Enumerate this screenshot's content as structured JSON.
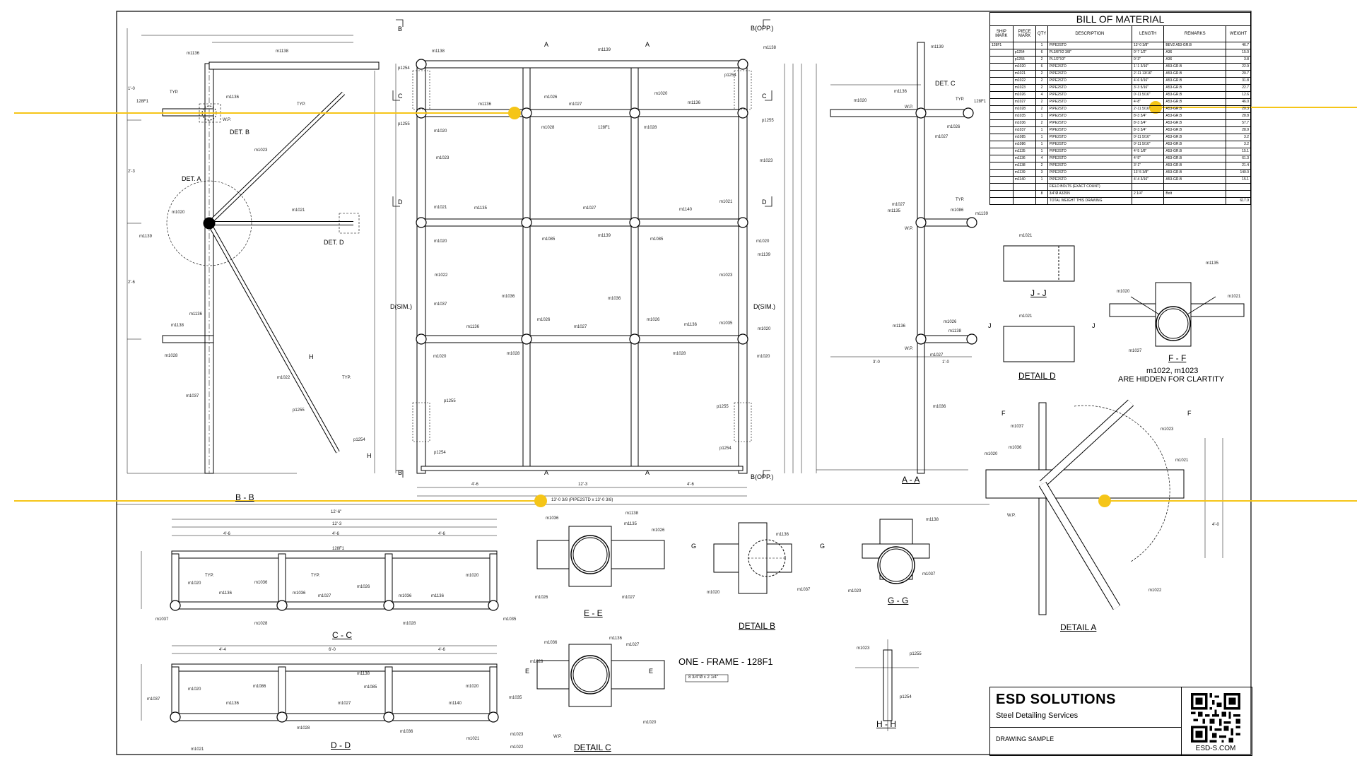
{
  "colors": {
    "line": "#000000",
    "hidden": "#555555",
    "overlay": "#f5c518",
    "paper": "#ffffff"
  },
  "bom": {
    "title": "BILL OF MATERIAL",
    "headers": [
      "SHIP MARK",
      "PIECE MARK",
      "QTY",
      "DESCRIPTION",
      "LENGTH",
      "REMARKS",
      "WEIGHT"
    ],
    "rows": [
      [
        "128F1",
        "",
        "1",
        "PIPE2STD",
        "13'-0 3/8\"",
        "BEV2 A53-GR.B",
        "46.7"
      ],
      [
        "",
        "p1254",
        "6",
        "PL3/8\"X2 3/8\"",
        "0'-7 1/2\"",
        "A36",
        "15.0"
      ],
      [
        "",
        "p1255",
        "2",
        "PL1/2\"X3\"",
        "0'-3\"",
        "A36",
        "3.8"
      ],
      [
        "",
        "m1020",
        "6",
        "PIPE2STD",
        "1'-1 3/16\"",
        "A53-GR.B",
        "22.9"
      ],
      [
        "",
        "m1021",
        "2",
        "PIPE2STD",
        "2'-11 13/16\"",
        "A53-GR.B",
        "20.7"
      ],
      [
        "",
        "m1022",
        "2",
        "PIPE2STD",
        "4'-6 9/16\"",
        "A53-GR.B",
        "31.8"
      ],
      [
        "",
        "m1023",
        "2",
        "PIPE2STD",
        "3'-3 5/16\"",
        "A53-GR.B",
        "22.7"
      ],
      [
        "",
        "m1026",
        "4",
        "PIPE2STD",
        "0'-11 5/16\"",
        "A53-GR.B",
        "12.6"
      ],
      [
        "",
        "m1027",
        "2",
        "PIPE2STD",
        "4'-8\"",
        "A53-GR.B",
        "46.0"
      ],
      [
        "",
        "m1028",
        "2",
        "PIPE2STD",
        "2'-11 5/16\"",
        "A53-GR.B",
        "20.3"
      ],
      [
        "",
        "m1035",
        "1",
        "PIPE2STD",
        "8'-3 3/4\"",
        "A53-GR.B",
        "28.8"
      ],
      [
        "",
        "m1036",
        "2",
        "PIPE2STD",
        "8'-3 3/4\"",
        "A53-GR.B",
        "57.7"
      ],
      [
        "",
        "m1037",
        "1",
        "PIPE2STD",
        "8'-3 3/4\"",
        "A53-GR.B",
        "28.9"
      ],
      [
        "",
        "m1085",
        "1",
        "PIPE2STD",
        "0'-11 5/16\"",
        "A53-GR.B",
        "3.2"
      ],
      [
        "",
        "m1086",
        "1",
        "PIPE2STD",
        "0'-11 5/16\"",
        "A53-GR.B",
        "3.2"
      ],
      [
        "",
        "m1135",
        "1",
        "PIPE2STD",
        "4'-5 1/8\"",
        "A53-GR.B",
        "15.1"
      ],
      [
        "",
        "m1136",
        "4",
        "PIPE2STD",
        "4'-5\"",
        "A53-GR.B",
        "61.3"
      ],
      [
        "",
        "m1138",
        "2",
        "PIPE2STD",
        "3'-1\"",
        "A53-GR.B",
        "21.4"
      ],
      [
        "",
        "m1139",
        "3",
        "PIPE2STD",
        "13'-5 3/8\"",
        "A53-GR.B",
        "140.0"
      ],
      [
        "",
        "m1140",
        "1",
        "PIPE2STD",
        "4'-4 3/16\"",
        "A53-GR.B",
        "15.1"
      ],
      [
        "",
        "",
        "",
        "FIELD BOLTS (EXACT COUNT)",
        "",
        "",
        ""
      ],
      [
        "",
        "",
        "8",
        "3/4\"Ø A325N",
        "2 1/4\"",
        "Bolt",
        ""
      ],
      [
        "",
        "",
        "",
        "TOTAL WEIGHT THIS DRAWING",
        "",
        "",
        "617.9"
      ]
    ]
  },
  "views": {
    "bb": "B - B",
    "aa": "A - A",
    "cc": "C - C",
    "dd": "D - D",
    "ee": "E - E",
    "ff": "F - F",
    "gg": "G - G",
    "hh": "H - H",
    "jj": "J - J",
    "detail_a": "DETAIL A",
    "detail_b": "DETAIL B",
    "detail_c": "DETAIL C",
    "detail_d": "DETAIL D"
  },
  "notes": {
    "hidden_1": "m1022, m1023",
    "hidden_2": "ARE HIDDEN FOR CLARTITY",
    "frame": "ONE - FRAME - 128F1",
    "bolts": "8 3/4\"Ø x 2 1/4\"",
    "det_a": "DET. A",
    "det_b": "DET. B",
    "det_c": "DET. C",
    "det_d": "DET. D",
    "wp": "W.P.",
    "typ": "TYP.",
    "bopp": "B(OPP.)",
    "dsim": "D(SIM.)",
    "a": "A",
    "b": "B",
    "c": "C",
    "d": "D",
    "e": "E",
    "f": "F",
    "g": "G",
    "h": "H",
    "j": "J"
  },
  "marks": {
    "f128": "128F1",
    "m1020": "m1020",
    "m1021": "m1021",
    "m1022": "m1022",
    "m1023": "m1023",
    "m1026": "m1026",
    "m1027": "m1027",
    "m1028": "m1028",
    "m1035": "m1035",
    "m1036": "m1036",
    "m1037": "m1037",
    "m1085": "m1085",
    "m1086": "m1086",
    "m1135": "m1135",
    "m1136": "m1136",
    "m1138": "m1138",
    "m1139": "m1139",
    "m1140": "m1140",
    "p1254": "p1254",
    "p1255": "p1255"
  },
  "dims": {
    "d12_3": "12'-3",
    "d4_6": "4'-6",
    "d3_0": "3'-0",
    "d1_0": "1'-0",
    "d2_6": "2'-6",
    "d2_3": "2'-3",
    "d4_0": "4'-0",
    "d12_6": "12'-6\"",
    "d6_0": "6'-0",
    "d4_4": "4'-4",
    "overall": "13'-0 3/8 (PIPE2STD x 13'-0 3/8)"
  },
  "titleblock": {
    "company": "ESD SOLUTIONS",
    "tagline": "Steel Detailing Services",
    "drawing": "DRAWING SAMPLE",
    "website": "ESD-S.COM"
  }
}
